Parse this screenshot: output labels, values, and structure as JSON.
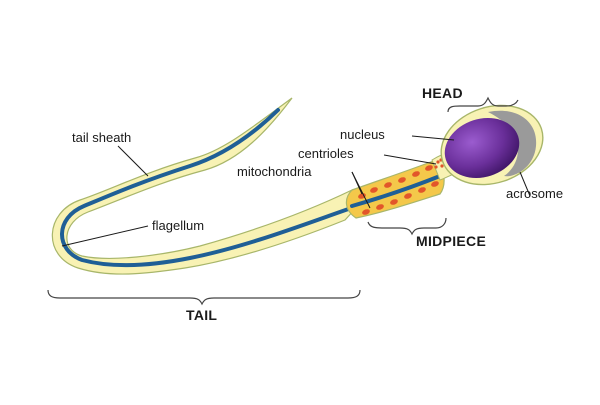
{
  "labels": {
    "head": "HEAD",
    "nucleus": "nucleus",
    "centrioles": "centrioles",
    "mitochondria": "mitochondria",
    "acrosome": "acrosome",
    "midpiece": "MIDPIECE",
    "tail_sheath": "tail sheath",
    "flagellum": "flagellum",
    "tail": "TAIL"
  },
  "colors": {
    "sheath_fill": "#f8f2b4",
    "sheath_outline": "#a8b66a",
    "flagellum": "#1f5f96",
    "midpiece_fill": "#f4c84a",
    "mitochondria": "#e2562a",
    "nucleus": "#5e2a8c",
    "acrosome": "#9a9a9a"
  }
}
